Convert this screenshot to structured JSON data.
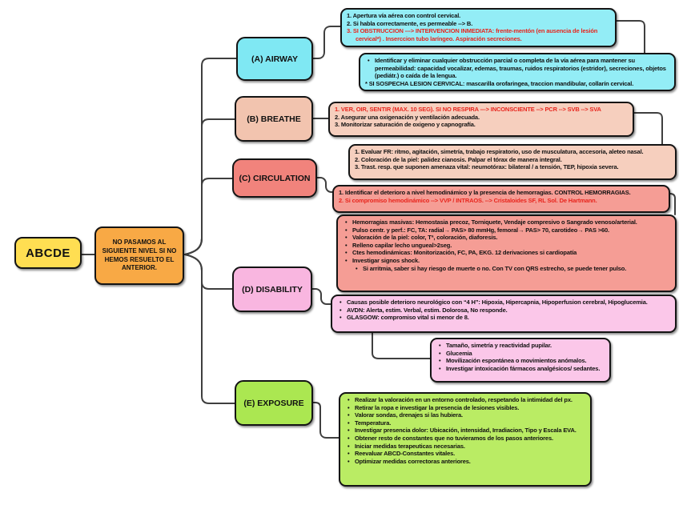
{
  "root": {
    "label": "ABCDE"
  },
  "rule": {
    "text": "NO PASAMOS AL SIGUIENTE NIVEL SI NO HEMOS RESUELTO EL ANTERIOR."
  },
  "nodes": {
    "airway": "(A) AIRWAY",
    "breathe": "(B) BREATHE",
    "circulation": "(C) CIRCULATION",
    "disability": "(D) DISABILITY",
    "exposure": "(E) EXPOSURE"
  },
  "boxes": {
    "a1": {
      "lines": [
        "1. Apertura vía aérea con control cervical.",
        "2. Si habla correctamente, es permeable --> B.",
        "3. SI OBSTRUCCION ---> INTERVENCION INMEDIATA: frente-mentón (en ausencia de lesión cervical*) . Inserccion tubo laríngeo. Aspiración secreciones."
      ]
    },
    "a2": {
      "lines": [
        "Identificar y eliminar cualquier obstrucción parcial o completa de la vía aérea para mantener su permeabilidad: capacidad vocalizar, edemas, traumas, ruidos respiratorios (estridor), secreciones, objetos (pediátr.) o caída de la lengua.",
        "* SI SOSPECHA LESION CERVICAL: mascarilla orofaringea, traccion mandibular, collarín cervical."
      ]
    },
    "b1": {
      "lines": [
        "1. VER, OIR, SENTIR (MAX. 10 SEG).  SI NO RESPIRA ---> INCONSCIENTE --> PCR --> SVB --> SVA",
        "2. Asegurar una oxigenación y ventilación adecuada.",
        "3. Monitorizar saturación de oxigeno y capnografía."
      ]
    },
    "b2": {
      "lines": [
        "1. Evaluar FR: ritmo, agitación, simetría, trabajo respiratorio, uso de musculatura, accesoria, aleteo nasal.",
        "2. Coloración de la piel: palidez cianosis. Palpar el tórax de manera integral.",
        "3. Trast. resp. que suponen amenaza vital: neumotórax: bilateral / a tensión, TEP, hipoxia severa."
      ]
    },
    "c1": {
      "lines": [
        "1. Identificar el deterioro a nivel hemodinámico y la presencia de hemorragias. CONTROL HEMORRAGIAS.",
        "2. Si compromiso hemodinámico --> VVP / INTRAOS. --> Cristaloides SF, RL Sol. De Hartmann."
      ]
    },
    "c2": {
      "lines": [
        "Hemorragias masivas: Hemostasia precoz, Torniquete, Vendaje compresivo o Sangrado venoso/arterial.",
        "Pulso centr. y perf.: FC, TA: radial→ PAS> 80 mmHg, femoral→ PAS> 70, carotideo→ PAS >60.",
        "Valoración de la piel: color, Tª, coloración, diaforesis.",
        "Relleno capilar lecho ungueal>2seg.",
        "Ctes hemodinámicas: Monitorización, FC, PA, EKG. 12 derivaciones si cardiopatía",
        "Investigar signos shock.",
        "Si arritmia, saber si hay riesgo de muerte o no. Con TV con QRS estrecho, se puede tener pulso."
      ]
    },
    "d1": {
      "lines": [
        "Causas posible deterioro neurológico con “4 H”: Hipoxia, Hipercapnia, Hipoperfusion cerebral, Hipoglucemia.",
        "AVDN: Alerta, estim. Verbal, estim. Dolorosa, No responde.",
        "GLASGOW: compromiso vital si menor de 8."
      ]
    },
    "d2": {
      "lines": [
        "Tamaño, simetría y reactividad pupilar.",
        "Glucemia",
        "Movilización espontánea o movimientos anómalos.",
        "Investigar intoxicación fármacos analgésicos/ sedantes."
      ]
    },
    "e1": {
      "lines": [
        "Realizar la valoración en un entorno controlado, respetando la intimidad del px.",
        "Retirar la ropa e investigar la presencia de lesiones visibles.",
        "Valorar sondas, drenajes si las hubiera.",
        "Temperatura.",
        "Investigar presencia dolor: Ubicación, intensidad, Irradiacion, Tipo y Escala EVA.",
        "Obtener resto de constantes que no tuvieramos de los pasos anteriores.",
        "Iniciar medidas terapeuticas necesarias.",
        "Reevaluar ABCD-Constantes vitales.",
        "Optimizar medidas correctoras anteriores."
      ]
    }
  },
  "colors": {
    "root_yellow": "#FFDE52",
    "rule_orange": "#F8A945",
    "airway": "#7FE8F3",
    "airway_light": "#93EDF6",
    "breathe": "#F2C4AF",
    "breathe_light": "#F6CFBE",
    "circulation": "#F1837C",
    "circulation_light": "#F59D95",
    "disability": "#F9B6E0",
    "disability_light": "#FBC7E9",
    "exposure": "#ABE751",
    "exposure_light": "#BAEC64",
    "red_text": "#E8251D",
    "line": "#3F3F3F",
    "border": "#141414"
  }
}
